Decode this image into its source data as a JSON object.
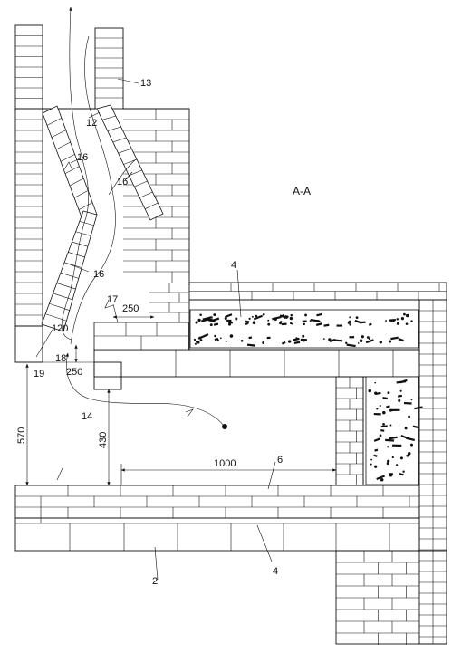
{
  "section_label": "A-A",
  "callouts": {
    "c2": "2",
    "c4_top": "4",
    "c4_bottom": "4",
    "c6": "6",
    "c12": "12",
    "c13": "13",
    "c14": "14",
    "c16_a": "16",
    "c16_b": "16",
    "c16_c": "16",
    "c17": "17",
    "c18": "18",
    "c19": "19"
  },
  "dimensions": {
    "d250_top": "250",
    "d120": "120",
    "d250_bottom": "250",
    "d570": "570",
    "d430": "430",
    "d1000": "1000"
  }
}
